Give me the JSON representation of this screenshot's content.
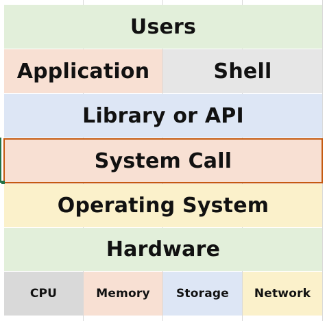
{
  "layers": {
    "users": "Users",
    "application": "Application",
    "shell": "Shell",
    "library": "Library or API",
    "system_call": "System Call",
    "operating_system": "Operating System",
    "hardware": "Hardware"
  },
  "hardware_components": {
    "cpu": "CPU",
    "memory": "Memory",
    "storage": "Storage",
    "network": "Network"
  },
  "colors": {
    "green": "#e2efda",
    "peach": "#f8e0d3",
    "gray": "#e6e6e6",
    "blue": "#dde6f5",
    "yellow": "#fbf1cb",
    "cpu_gray": "#d9d9d9",
    "system_call_border": "#c55a11"
  }
}
